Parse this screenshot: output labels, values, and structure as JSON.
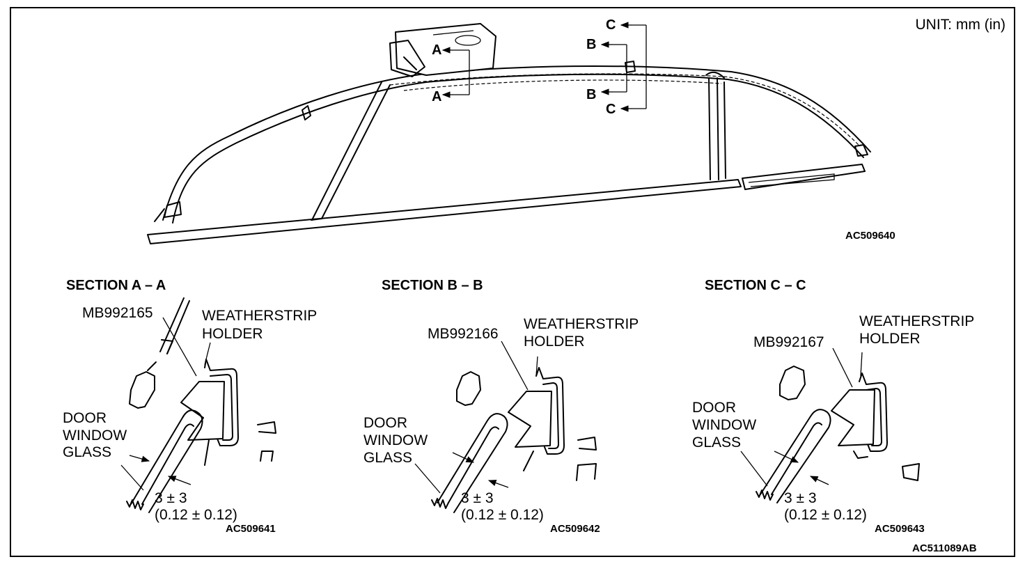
{
  "unit_label": "UNIT: mm (in)",
  "overview": {
    "code": "AC509640",
    "section_marks": [
      "A",
      "A",
      "B",
      "B",
      "C",
      "C"
    ]
  },
  "sections": [
    {
      "title": "SECTION A – A",
      "tool": "MB992165",
      "holder_label": [
        "WEATHERSTRIP",
        "HOLDER"
      ],
      "glass_label": [
        "DOOR",
        "WINDOW",
        "GLASS"
      ],
      "dimension": "3 ± 3",
      "dimension_in": "(0.12 ± 0.12)",
      "code": "AC509641"
    },
    {
      "title": "SECTION B – B",
      "tool": "MB992166",
      "holder_label": [
        "WEATHERSTRIP",
        "HOLDER"
      ],
      "glass_label": [
        "DOOR",
        "WINDOW",
        "GLASS"
      ],
      "dimension": "3 ± 3",
      "dimension_in": "(0.12 ± 0.12)",
      "code": "AC509642"
    },
    {
      "title": "SECTION C – C",
      "tool": "MB992167",
      "holder_label": [
        "WEATHERSTRIP",
        "HOLDER"
      ],
      "glass_label": [
        "DOOR",
        "WINDOW",
        "GLASS"
      ],
      "dimension": "3 ± 3",
      "dimension_in": "(0.12 ± 0.12)",
      "code": "AC509643"
    }
  ],
  "figure_code": "AC511089AB"
}
